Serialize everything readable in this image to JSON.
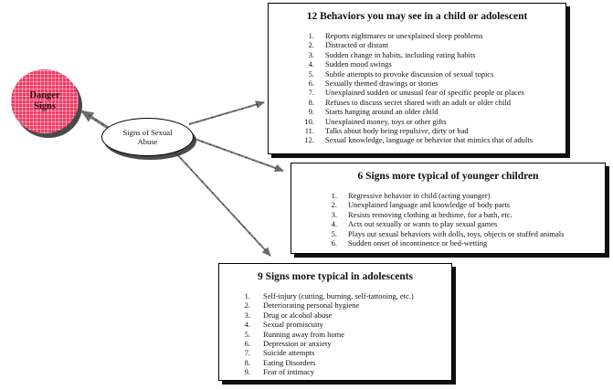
{
  "colors": {
    "background": "#ffffff",
    "circle_fill": "#ee3a63",
    "circle_grid": "#ffc9d5",
    "circle_text": "#2a0d13",
    "box_fill": "#ffffff",
    "box_border": "#000000",
    "shadow": "#101010",
    "arrow": "#767676",
    "text": "#111111"
  },
  "danger_circle": {
    "line1": "Danger",
    "line2": "Signs"
  },
  "hub": {
    "line1": "Signs of Sexual",
    "line2": "Abuse"
  },
  "boxes": [
    {
      "id": "behaviors",
      "title": "12 Behaviors you may see in a child or adolescent",
      "items": [
        "Reports nightmares or unexplained sleep problems",
        "Distracted or distant",
        "Sudden change in habits, including eating habits",
        "Sudden mood swings",
        "Subtle attempts to provoke discussion of sexual topics",
        "Sexually themed drawings or stories",
        "Unexplained sudden or unusual fear of specific people or places",
        "Refuses to discuss secret shared with an adult or older child",
        "Starts hanging around an older child",
        "Unexplained money, toys or other gifts",
        "Talks about body being repulsive, dirty or bad",
        "Sexual knowledge, language or behavior that mimics that of adults"
      ]
    },
    {
      "id": "younger",
      "title": "6 Signs more typical of younger children",
      "items": [
        "Regressive behavior in child (acting younger)",
        "Unexplained language and knowledge of body parts",
        "Resists removing clothing at bedtime, for a bath, etc.",
        "Acts out sexually or wants to play sexual games",
        "Plays out sexual behaviors with dolls, toys, objects or stuffed animals",
        "Sudden onset of incontinence or bed-wetting"
      ]
    },
    {
      "id": "adolescents",
      "title": "9 Signs more typical in adolescents",
      "items": [
        "Self-injury (cutting, burning, self-tattooing, etc.)",
        "Deteriorating personal hygiene",
        "Drug or alcohol abuse",
        "Sexual promiscuity",
        "Running away from home",
        "Depression or anxiety",
        "Suicide attempts",
        "Eating Disorders",
        "Fear of intimacy"
      ]
    }
  ]
}
